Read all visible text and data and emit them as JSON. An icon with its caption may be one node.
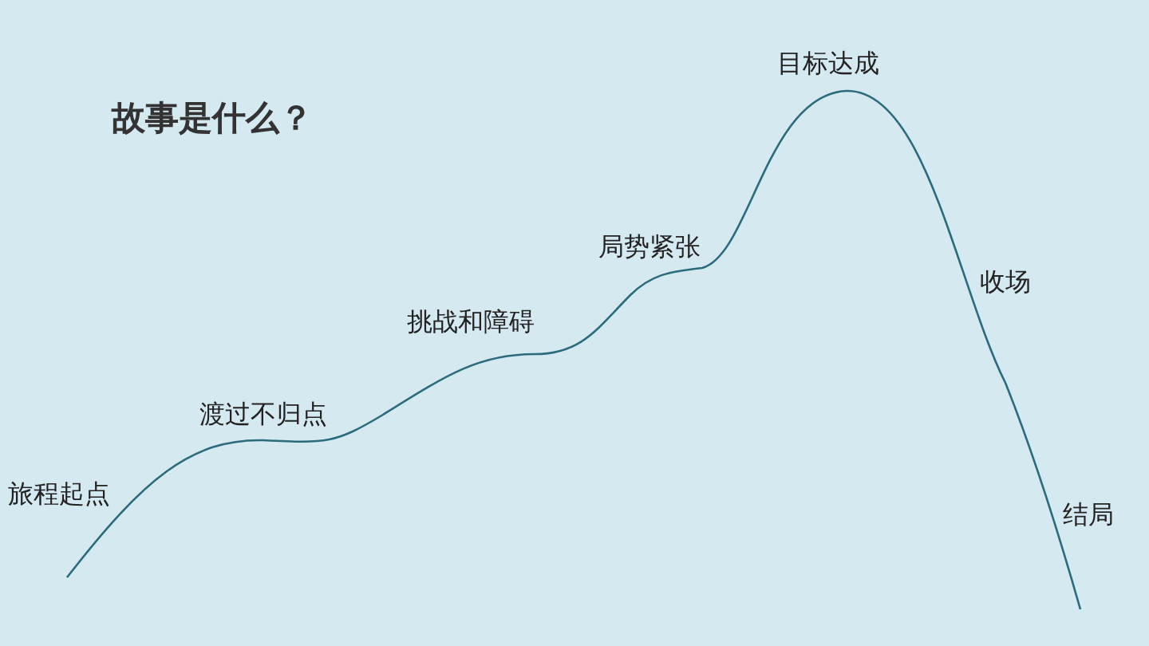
{
  "diagram": {
    "title": "故事是什么？",
    "labels": [
      "旅程起点",
      "渡过不归点",
      "挑战和障碍",
      "局势紧张",
      "目标达成",
      "收场",
      "结局"
    ]
  }
}
